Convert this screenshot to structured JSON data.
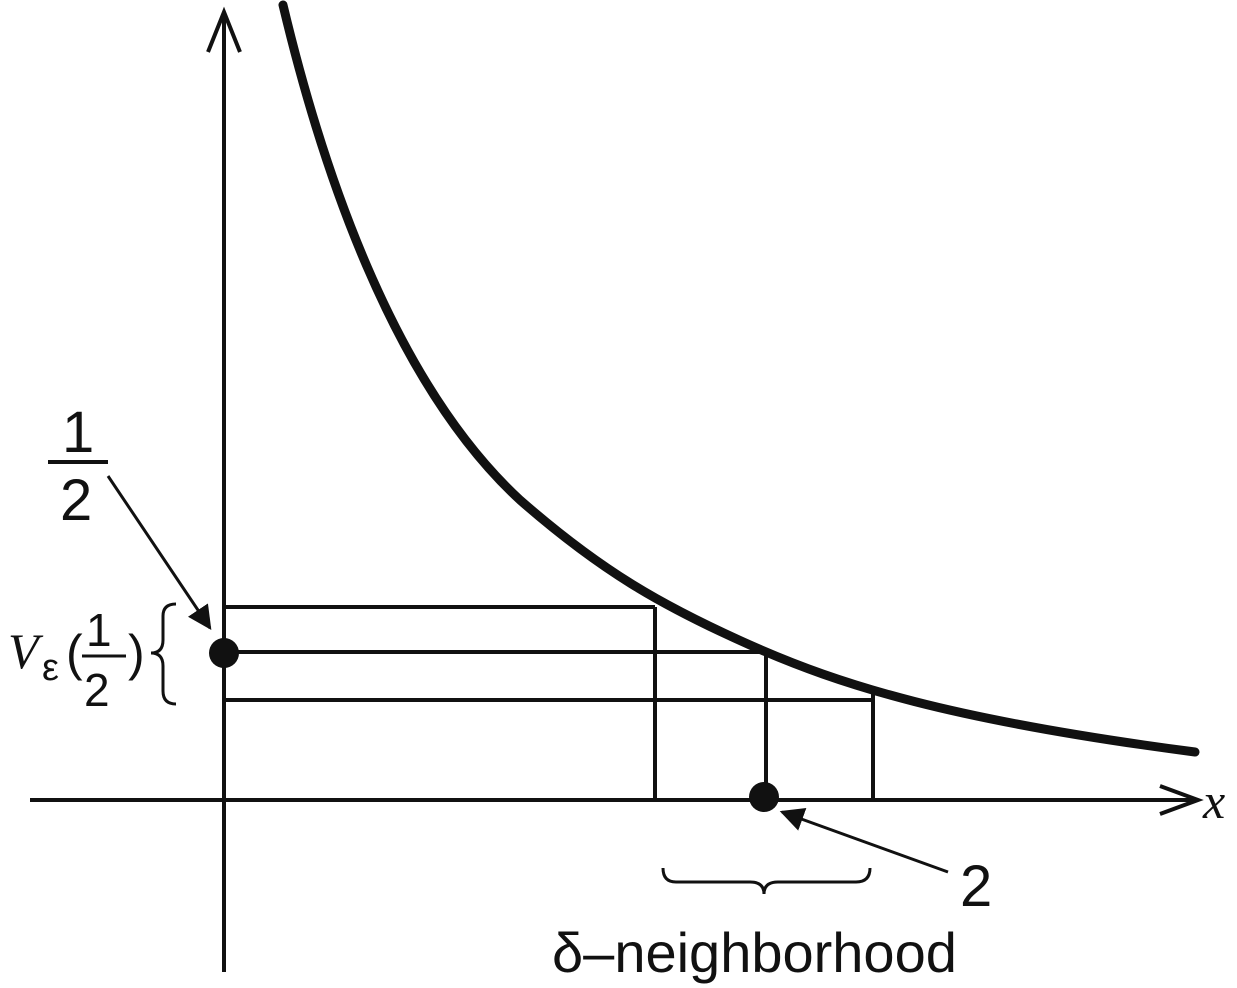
{
  "diagram": {
    "x_axis_label": "x",
    "half_label": {
      "numerator": "1",
      "denominator": "2"
    },
    "v_label": {
      "symbol": "V",
      "subscript": "ε",
      "numerator": "1",
      "denominator": "2",
      "open_paren": "(",
      "close_paren": ")"
    },
    "two_label": "2",
    "neighborhood_label": "δ–neighborhood",
    "colors": {
      "ink": "#111111",
      "background": "#ffffff"
    },
    "icons": [
      "arrow-head-icon",
      "curly-brace-icon",
      "dot-marker-icon"
    ]
  }
}
